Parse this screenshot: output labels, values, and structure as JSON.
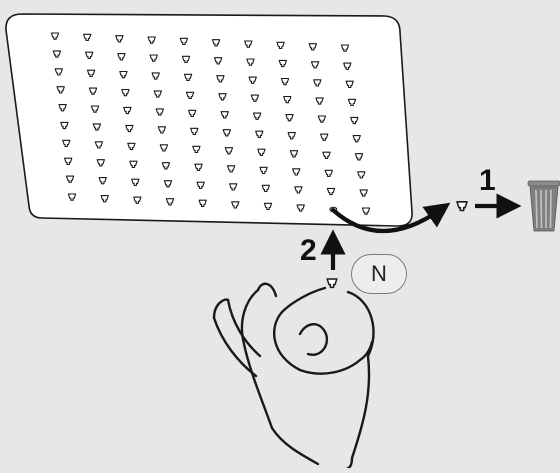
{
  "steps": {
    "remove_label": "1",
    "insert_label": "2"
  },
  "badge": {
    "text": "N"
  },
  "nozzle_grid": {
    "rows": 10,
    "columns": 10
  },
  "colors": {
    "background": "#e6e7e8",
    "panel_fill": "#ffffff",
    "line": "#1a1a1a",
    "arrow": "#111111",
    "bin": "#7a7a7a"
  },
  "icons": [
    "shower-head-panel",
    "nozzle-icon",
    "arrow-icon",
    "trash-bin-icon",
    "hand-illustration",
    "badge-n"
  ]
}
